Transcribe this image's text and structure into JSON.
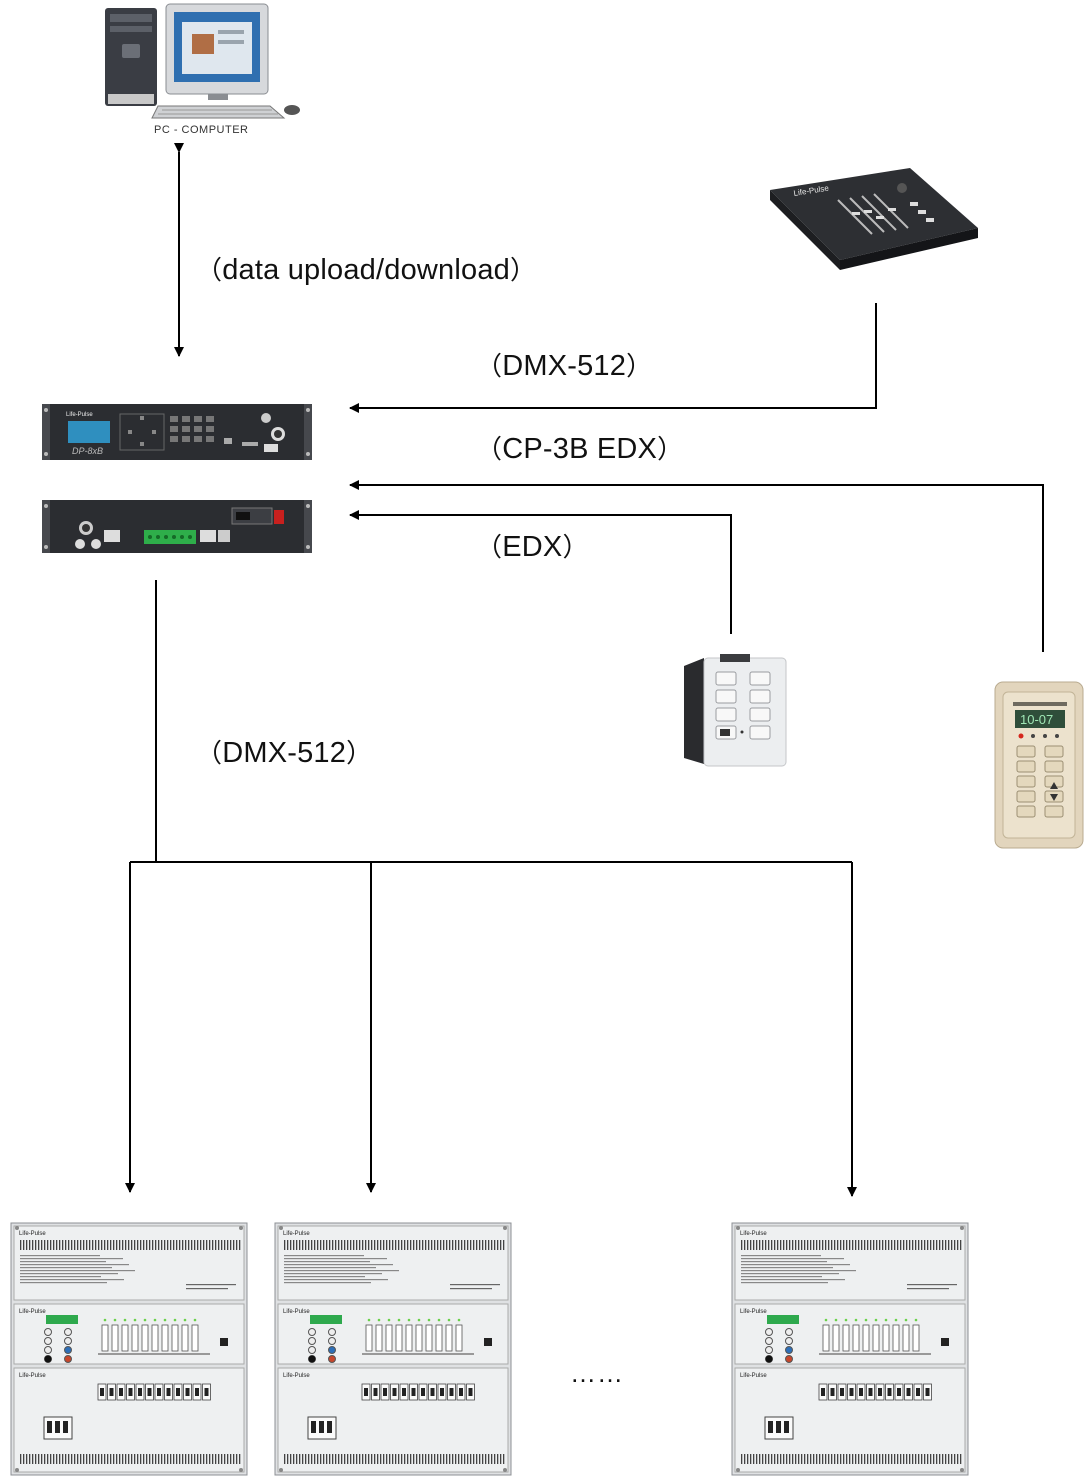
{
  "pc": {
    "caption": "PC - COMPUTER"
  },
  "labels": {
    "data_link": "data upload/download",
    "dmx_top": "DMX-512",
    "cp3b_edx": "CP-3B EDX",
    "edx": "EDX",
    "dmx_down": "DMX-512"
  },
  "brackets": {
    "open": "（",
    "close": "）"
  },
  "brand": "Life-Pulse",
  "front_panel_text": "DP-8xB",
  "wall_display_text": "10-07",
  "ellipsis": "……",
  "dimmer_pack_count": 3
}
